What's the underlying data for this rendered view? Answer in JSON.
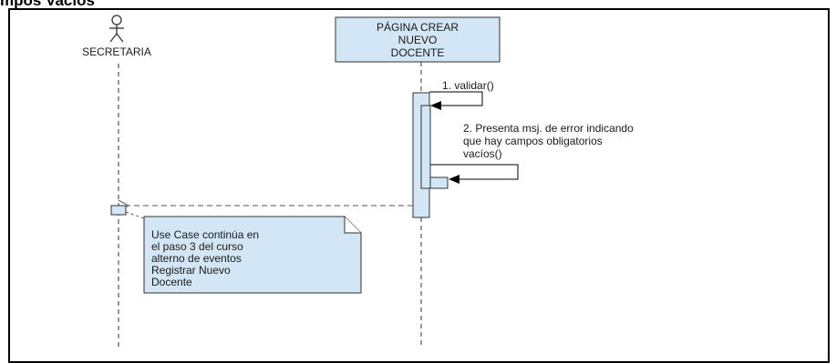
{
  "title": "mpos Vacíos",
  "actor": {
    "name": "SECRETARIA",
    "icon": "stick-figure-actor-icon"
  },
  "lifeline_object": {
    "lines": [
      "PÁGINA CREAR",
      "NUEVO",
      "DOCENTE"
    ]
  },
  "messages": [
    {
      "label": "1. validar()"
    },
    {
      "lines": [
        "2. Presenta msj. de error indicando",
        "que hay campos obligatorios",
        "vacíos()"
      ]
    }
  ],
  "note": {
    "lines": [
      "Use Case continúa en",
      "el paso 3 del curso",
      "alterno de eventos",
      "Registrar Nuevo",
      "Docente"
    ]
  },
  "colors": {
    "fill": "#d2e6f5",
    "stroke": "#333333",
    "frame": "#000000"
  }
}
